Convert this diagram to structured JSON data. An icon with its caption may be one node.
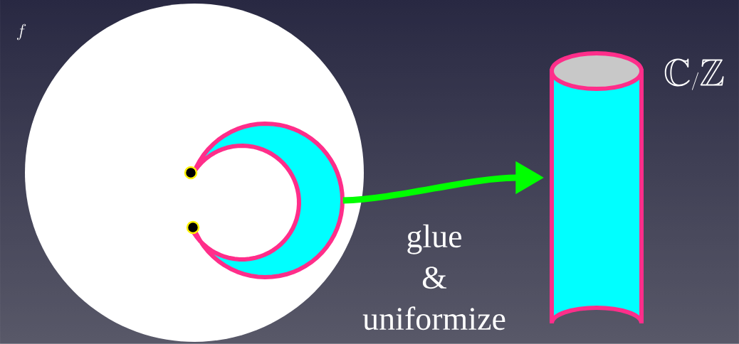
{
  "diagram": {
    "nodes": [
      {
        "text": [],
        "shape": "circle",
        "beside": [
          "f"
        ]
      },
      {
        "text": [],
        "shape": "crescent",
        "in": 0
      },
      {
        "text": [],
        "shape": "cylinder",
        "beside": [
          "\\mathbb{C}/\\mathbb{Z}"
        ]
      }
    ],
    "edges": [
      {
        "from": 1,
        "to": 2,
        "arrow": "to",
        "label": "glue & uniformize",
        "color": "#00ff00"
      }
    ]
  }
}
